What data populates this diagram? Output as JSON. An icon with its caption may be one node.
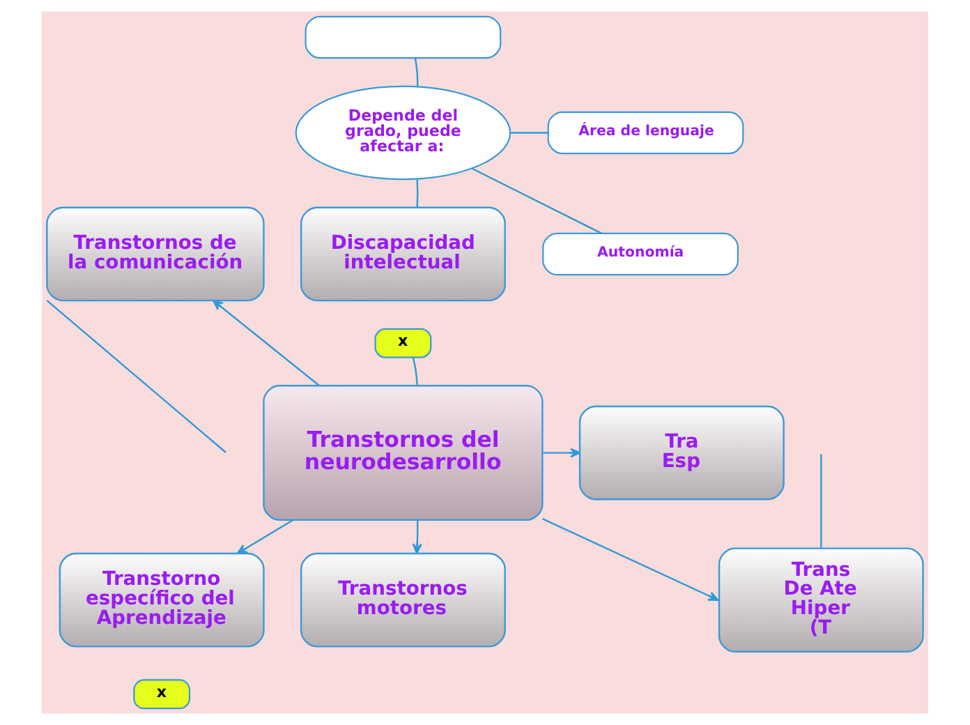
{
  "diagram": {
    "nodes": [
      {
        "text": [
          "Depende del grado, puede afectar a:"
        ]
      },
      {
        "text": [],
        "shape": "box"
      },
      {
        "text": [
          "Área de lenguaje"
        ]
      },
      {
        "text": [
          "Autonomía"
        ]
      },
      {
        "text": [
          "Discapacidad intelectual"
        ]
      },
      {
        "text": [
          "x"
        ]
      },
      {
        "text": [
          "Transtornos de la comunicación"
        ]
      },
      {
        "text": [
          "Tra Esp"
        ]
      },
      {
        "text": [
          "Transtornos del neurodesarrollo"
        ]
      },
      {
        "text": [
          "Trans De Ate Hiper (T"
        ]
      },
      {
        "text": [
          "Transtorno específico del Aprendizaje"
        ]
      },
      {
        "text": [
          "x"
        ]
      },
      {
        "text": [
          "Transtornos motores"
        ]
      }
    ],
    "edges": [
      {
        "from": 8,
        "to": 6,
        "arrow": "to"
      },
      {
        "from": 8,
        "to": 7,
        "arrow": "to"
      },
      {
        "from": 8,
        "to": 9,
        "arrow": "to"
      },
      {
        "from": 8,
        "to": 10,
        "arrow": "to"
      },
      {
        "from": 8,
        "to": 12,
        "arrow": "to"
      },
      {
        "from": 8,
        "to": 5,
        "arrow": "none"
      },
      {
        "from": 4,
        "to": 0,
        "arrow": "none"
      },
      {
        "from": 0,
        "to": 1,
        "arrow": "none"
      },
      {
        "from": 0,
        "to": 2,
        "arrow": "none"
      },
      {
        "from": 0,
        "to": 3,
        "arrow": "none"
      },
      {
        "from": 6,
        "to": null,
        "arrow": "none"
      },
      {
        "from": 9,
        "to": null,
        "arrow": "none"
      }
    ]
  }
}
